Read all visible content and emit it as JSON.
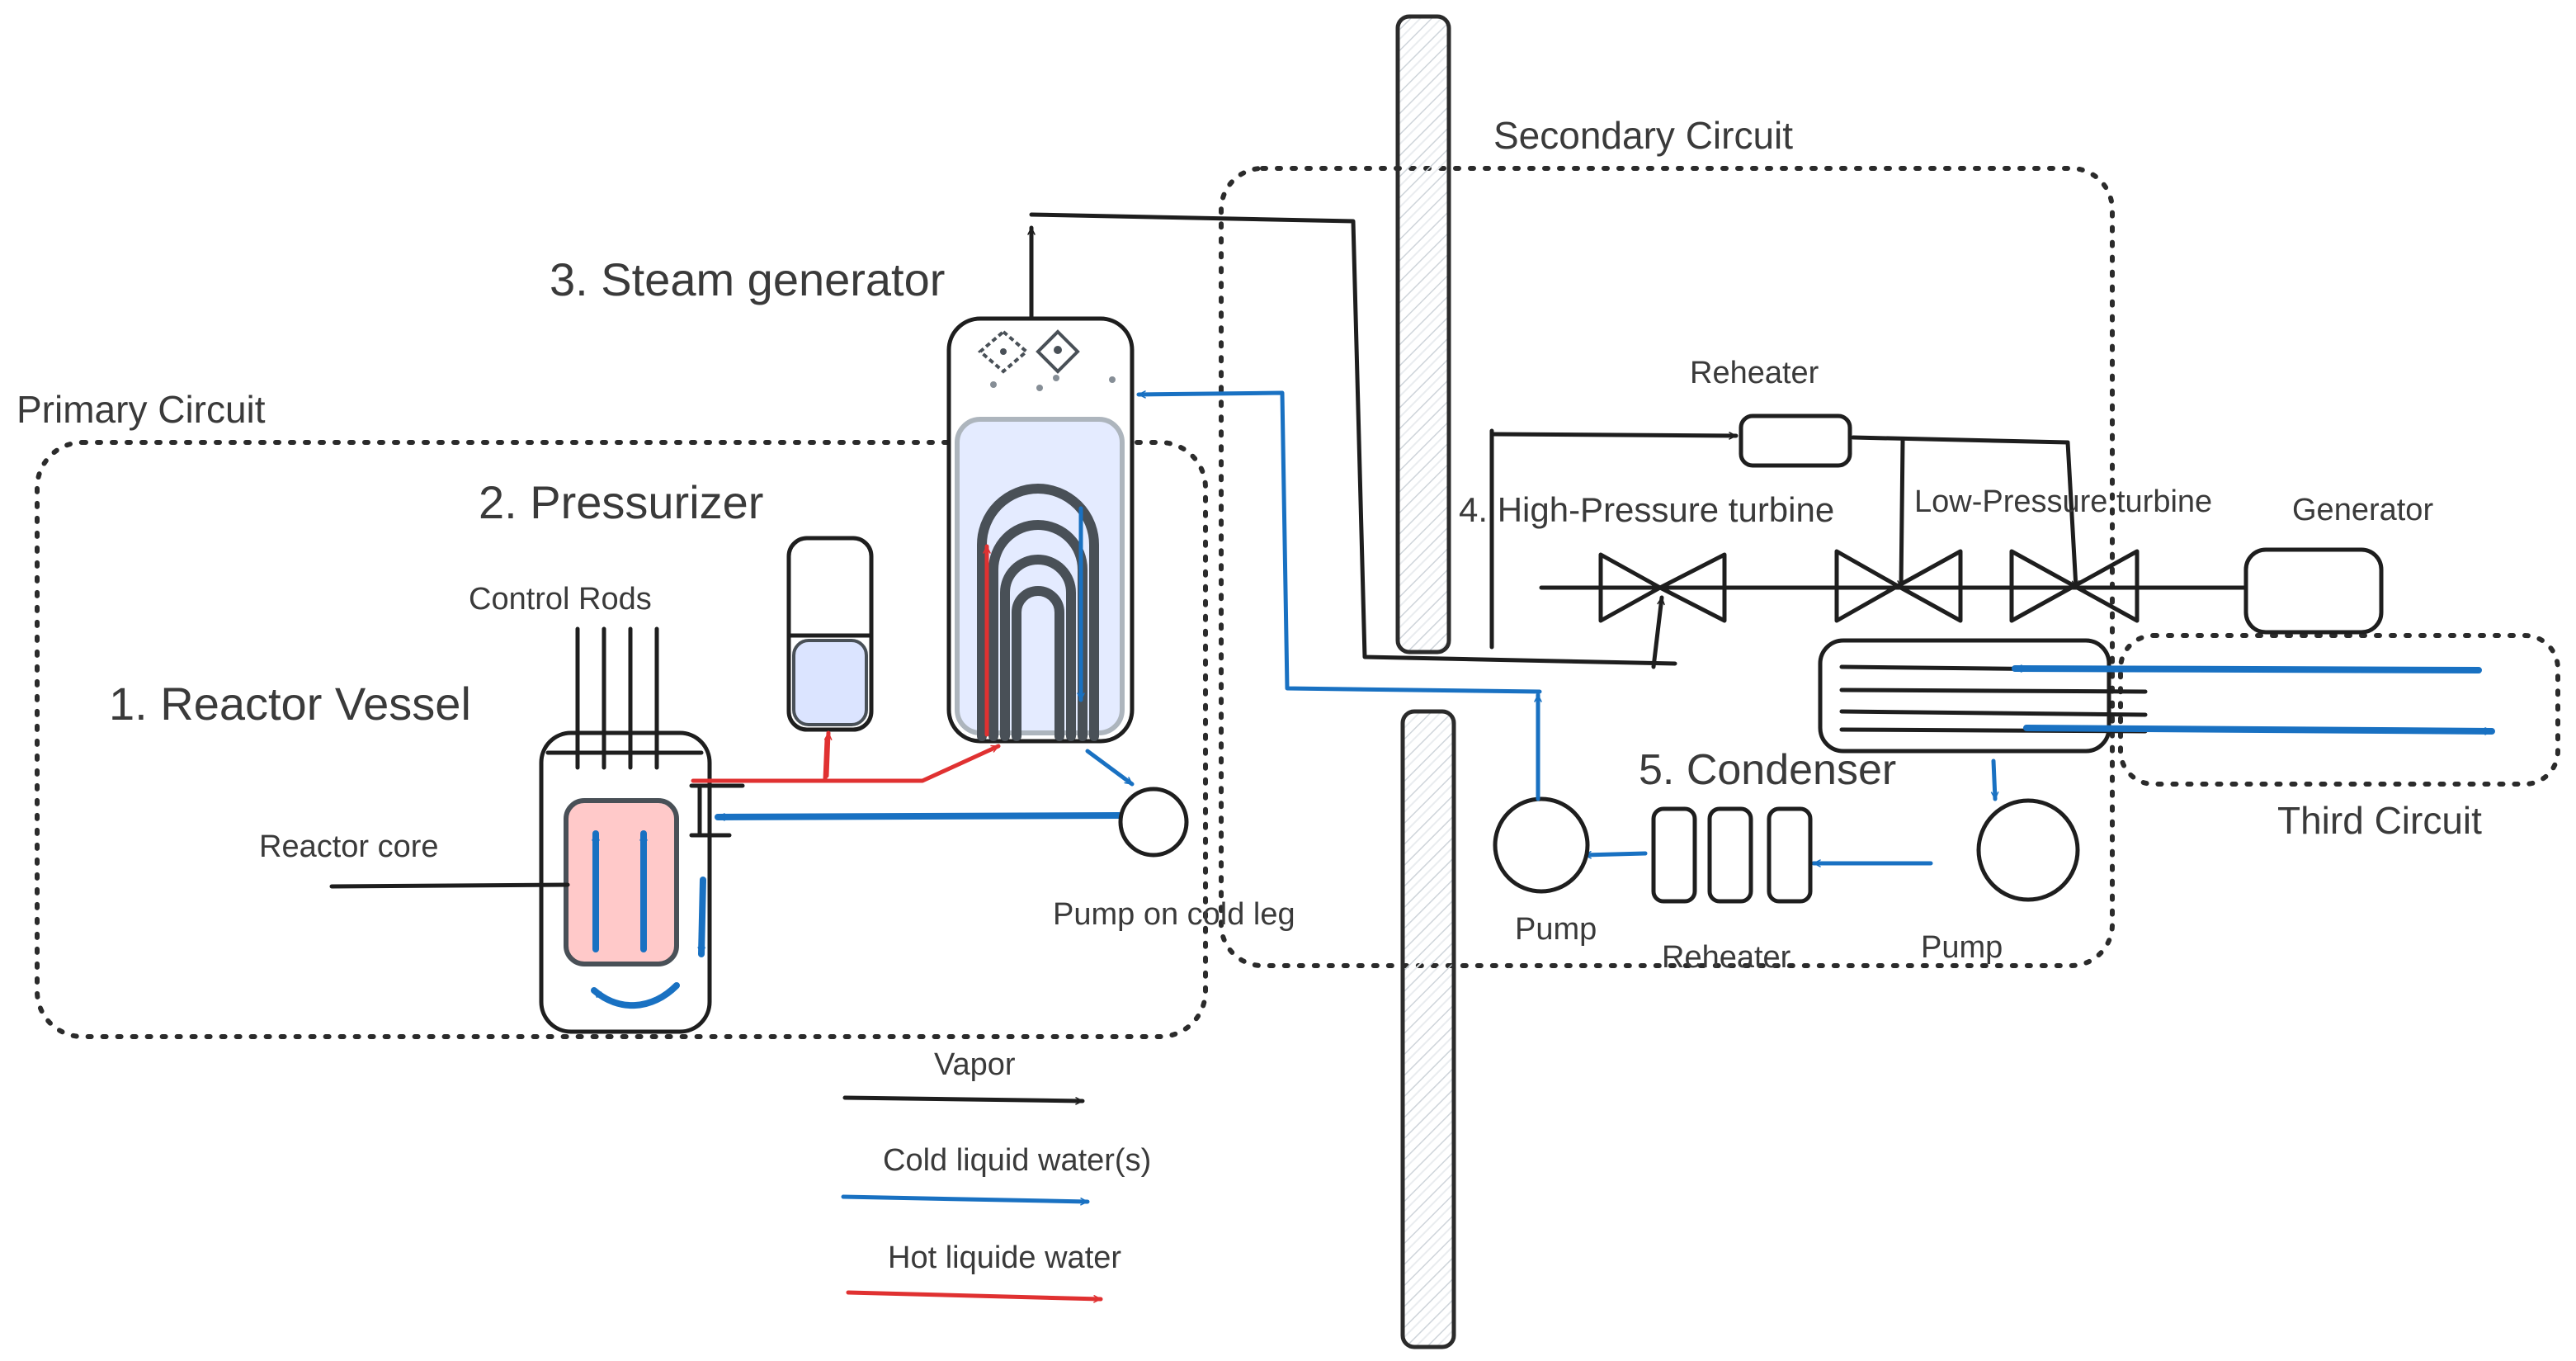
{
  "colors": {
    "vapor": "#1e1e1e",
    "cold_water": "#1971c2",
    "hot_water": "#e03131",
    "core_fill": "#ffc9c9",
    "water_fill": "#dbe4ff",
    "wall_hatch": "#ced4da"
  },
  "regions": {
    "primary": "Primary Circuit",
    "secondary": "Secondary Circuit",
    "third": "Third Circuit"
  },
  "components": {
    "reactor_vessel": "1. Reactor Vessel",
    "pressurizer": "2. Pressurizer",
    "steam_generator": "3. Steam generator",
    "hp_turbine": "4. High-Pressure turbine",
    "condenser": "5. Condenser",
    "control_rods": "Control Rods",
    "reactor_core": "Reactor core",
    "pump_cold_leg": "Pump on cold leg",
    "reheater_top": "Reheater",
    "lp_turbine": "Low-Pressure turbine",
    "generator": "Generator",
    "pump_left": "Pump",
    "reheater_bottom": "Reheater",
    "pump_right": "Pump"
  },
  "legend": {
    "vapor": "Vapor",
    "cold": "Cold liquid water(s)",
    "hot": "Hot liquide water"
  },
  "icons": [
    "arrow-icon",
    "pump-icon",
    "valve-icon",
    "wall-icon"
  ]
}
